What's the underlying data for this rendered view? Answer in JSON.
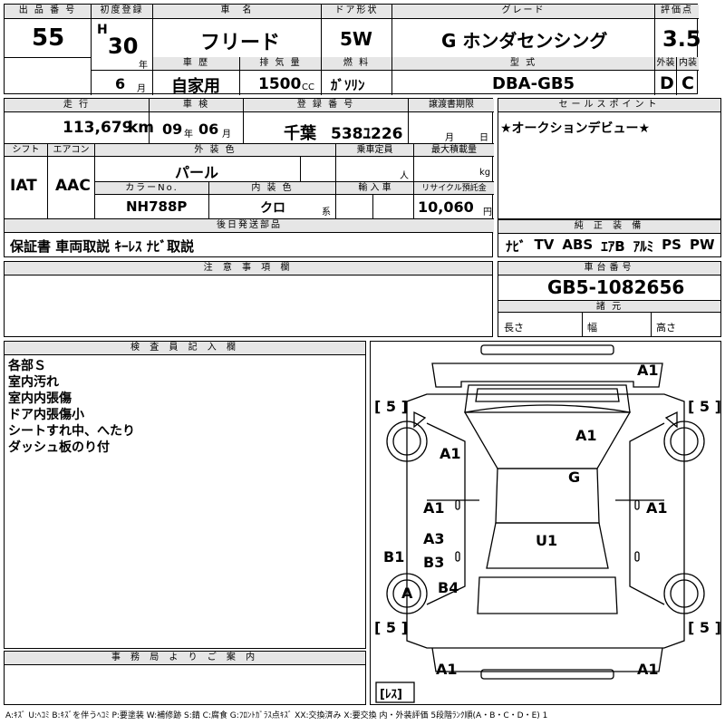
{
  "header": {
    "lot_no_label": "出 品 番 号",
    "lot_no": "55",
    "first_reg_label": "初度登録",
    "era": "H",
    "year": "30",
    "year_unit": "年",
    "month": "6",
    "month_unit": "月",
    "name_label": "車　名",
    "name": "フリード",
    "doors_label": "ドア形状",
    "doors": "5W",
    "grade_label": "グレード",
    "grade": "G ホンダセンシング",
    "score_label": "評価点",
    "score": "3.5",
    "history_label": "車 歴",
    "history": "自家用",
    "displacement_label": "排 気 量",
    "displacement": "1500",
    "displacement_unit": "CC",
    "fuel_label": "燃 料",
    "fuel": "ｶﾞｿﾘﾝ",
    "model_label": "型 式",
    "model": "DBA-GB5",
    "ext_label": "外装",
    "ext": "D",
    "int_label": "内装",
    "int": "C"
  },
  "row2": {
    "mileage_label": "走 行",
    "mileage": "113,679",
    "mileage_unit": "km",
    "inspection_label": "車 検",
    "insp_year": "09",
    "insp_year_unit": "年",
    "insp_month": "06",
    "insp_month_unit": "月",
    "plate_label": "登 録 番 号",
    "plate_area": "千葉",
    "plate_num": "538ﾕ226",
    "transfer_label": "譲渡書期限",
    "transfer_month": "月",
    "transfer_day": "日",
    "shift_label": "シフト",
    "shift": "IAT",
    "ac_label": "エアコン",
    "ac": "AAC",
    "color_label": "外 装 色",
    "color": "パール",
    "capacity_label": "乗車定員",
    "capacity_unit": "人",
    "load_label": "最大積載量",
    "load_unit": "kg",
    "color_no_label": "カラーNo.",
    "color_no": "NH788P",
    "interior_label": "内 装 色",
    "interior": "クロ",
    "interior_unit": "系",
    "import_label": "輸 入 車",
    "recycle_label": "リサイクル預託金",
    "recycle": "10,060",
    "recycle_unit": "円"
  },
  "later_parts": {
    "label": "後日発送部品",
    "value": "保証書 車両取説 ｷｰﾚｽ ﾅﾋﾞ取説"
  },
  "sales_point": {
    "label": "セールスポイント",
    "value": "★オークションデビュー★"
  },
  "equipment": {
    "label": "純 正 装 備",
    "items": [
      "ﾅﾋﾞ",
      "TV",
      "ABS",
      "ｴｱB",
      "ｱﾙﾐ",
      "PS",
      "PW"
    ]
  },
  "notes": {
    "label": "注 意 事 項 欄"
  },
  "chassis": {
    "label": "車台番号",
    "value": "GB5-1082656",
    "spec_label": "諸 元",
    "length_label": "長さ",
    "width_label": "幅",
    "height_label": "高さ"
  },
  "inspector": {
    "label": "検 査 員 記 入 欄",
    "lines": [
      "各部Ｓ",
      "室内汚れ",
      "室内内張傷",
      "ドア内張傷小",
      "シートすれ中、へたり",
      "ダッシュ板のり付"
    ]
  },
  "office": {
    "label": "事 務 局 よ り ご 案 内"
  },
  "diagram": {
    "marks": [
      "A1",
      "A1",
      "A1",
      "G",
      "A1",
      "A1",
      "A3",
      "U1",
      "B3",
      "B1",
      "B4",
      "A",
      "A1",
      "A1",
      "[ 5 ]",
      "[ 5 ]",
      "[ 5 ]",
      "[ 5 ]",
      "[ﾚｽ]"
    ]
  },
  "legend": "A:ｷｽﾞ U:ﾍｺﾐ B:ｷｽﾞを伴うﾍｺﾐ P:要塗装 W:補修跡 S:錆 C:腐食 G:ﾌﾛﾝﾄｶﾞﾗｽ点ｷｽﾞ XX:交換済み X:要交換 内・外装評価 5段階ﾗﾝｸ順(A・B・C・D・E) 1"
}
